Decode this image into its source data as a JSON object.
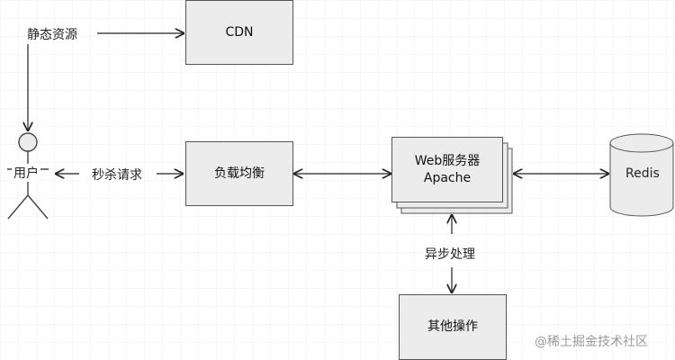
{
  "nodes": {
    "cdn": "CDN",
    "load_balancer": "负载均衡",
    "web_server_line1": "Web服务器",
    "web_server_line2": "Apache",
    "redis": "Redis",
    "other_ops": "其他操作",
    "user": "用户"
  },
  "edge_labels": {
    "static_resources": "静态资源",
    "seckill_request": "秒杀请求",
    "async_processing": "异步处理"
  },
  "watermark": "@稀土掘金技术社区"
}
